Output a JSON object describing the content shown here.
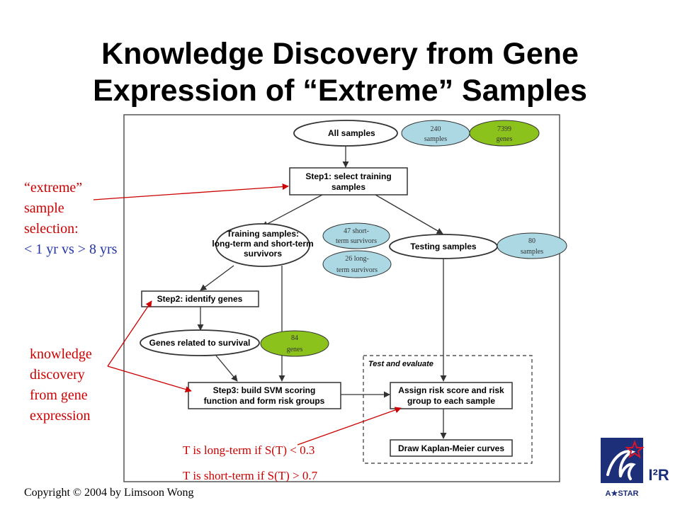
{
  "title": {
    "line1": "Knowledge Discovery from Gene",
    "line2": "Expression of “Extreme” Samples"
  },
  "annotations": {
    "extreme": {
      "line1": "“extreme”",
      "line2": "sample",
      "line3": "selection:",
      "line4": "< 1 yr vs > 8 yrs"
    },
    "knowledge": {
      "line1": "knowledge",
      "line2": "discovery",
      "line3": "from gene",
      "line4": "expression"
    },
    "rule_long": "T is long-term if S(T) < 0.3",
    "rule_short": "T is short-term if S(T) > 0.7"
  },
  "copyright": "Copyright © 2004 by Limsoon Wong",
  "diagram": {
    "all_samples": "All samples",
    "step1": {
      "line1": "Step1: select training",
      "line2": "samples"
    },
    "training": {
      "line1": "Training samples:",
      "line2": "long-term and short-term",
      "line3": "survivors"
    },
    "testing": "Testing samples",
    "step2": "Step2: identify genes",
    "genes_related": "Genes related to survival",
    "step3": {
      "line1": "Step3: build SVM scoring",
      "line2": "function and form risk groups"
    },
    "test_evaluate": "Test and evaluate",
    "assign": {
      "line1": "Assign risk score and risk",
      "line2": "group to each sample"
    },
    "kaplan": "Draw Kaplan-Meier curves",
    "badges": {
      "samples240": {
        "line1": "240",
        "line2": "samples"
      },
      "genes7399": {
        "line1": "7399",
        "line2": "genes"
      },
      "short47": {
        "line1": "47 short-",
        "line2": "term survivors"
      },
      "long26": {
        "line1": "26 long-",
        "line2": "term survivors"
      },
      "samples80": {
        "line1": "80",
        "line2": "samples"
      },
      "genes84": {
        "line1": "84",
        "line2": "genes"
      }
    }
  },
  "logo": {
    "brand": "A★STAR",
    "institute": "I²R"
  },
  "colors": {
    "annotation_red": "#cc0000",
    "annotation_blue": "#2233aa",
    "badge_blue": "#acd8e4",
    "badge_green": "#8cc21c",
    "logo_navy": "#1e2f7a"
  }
}
